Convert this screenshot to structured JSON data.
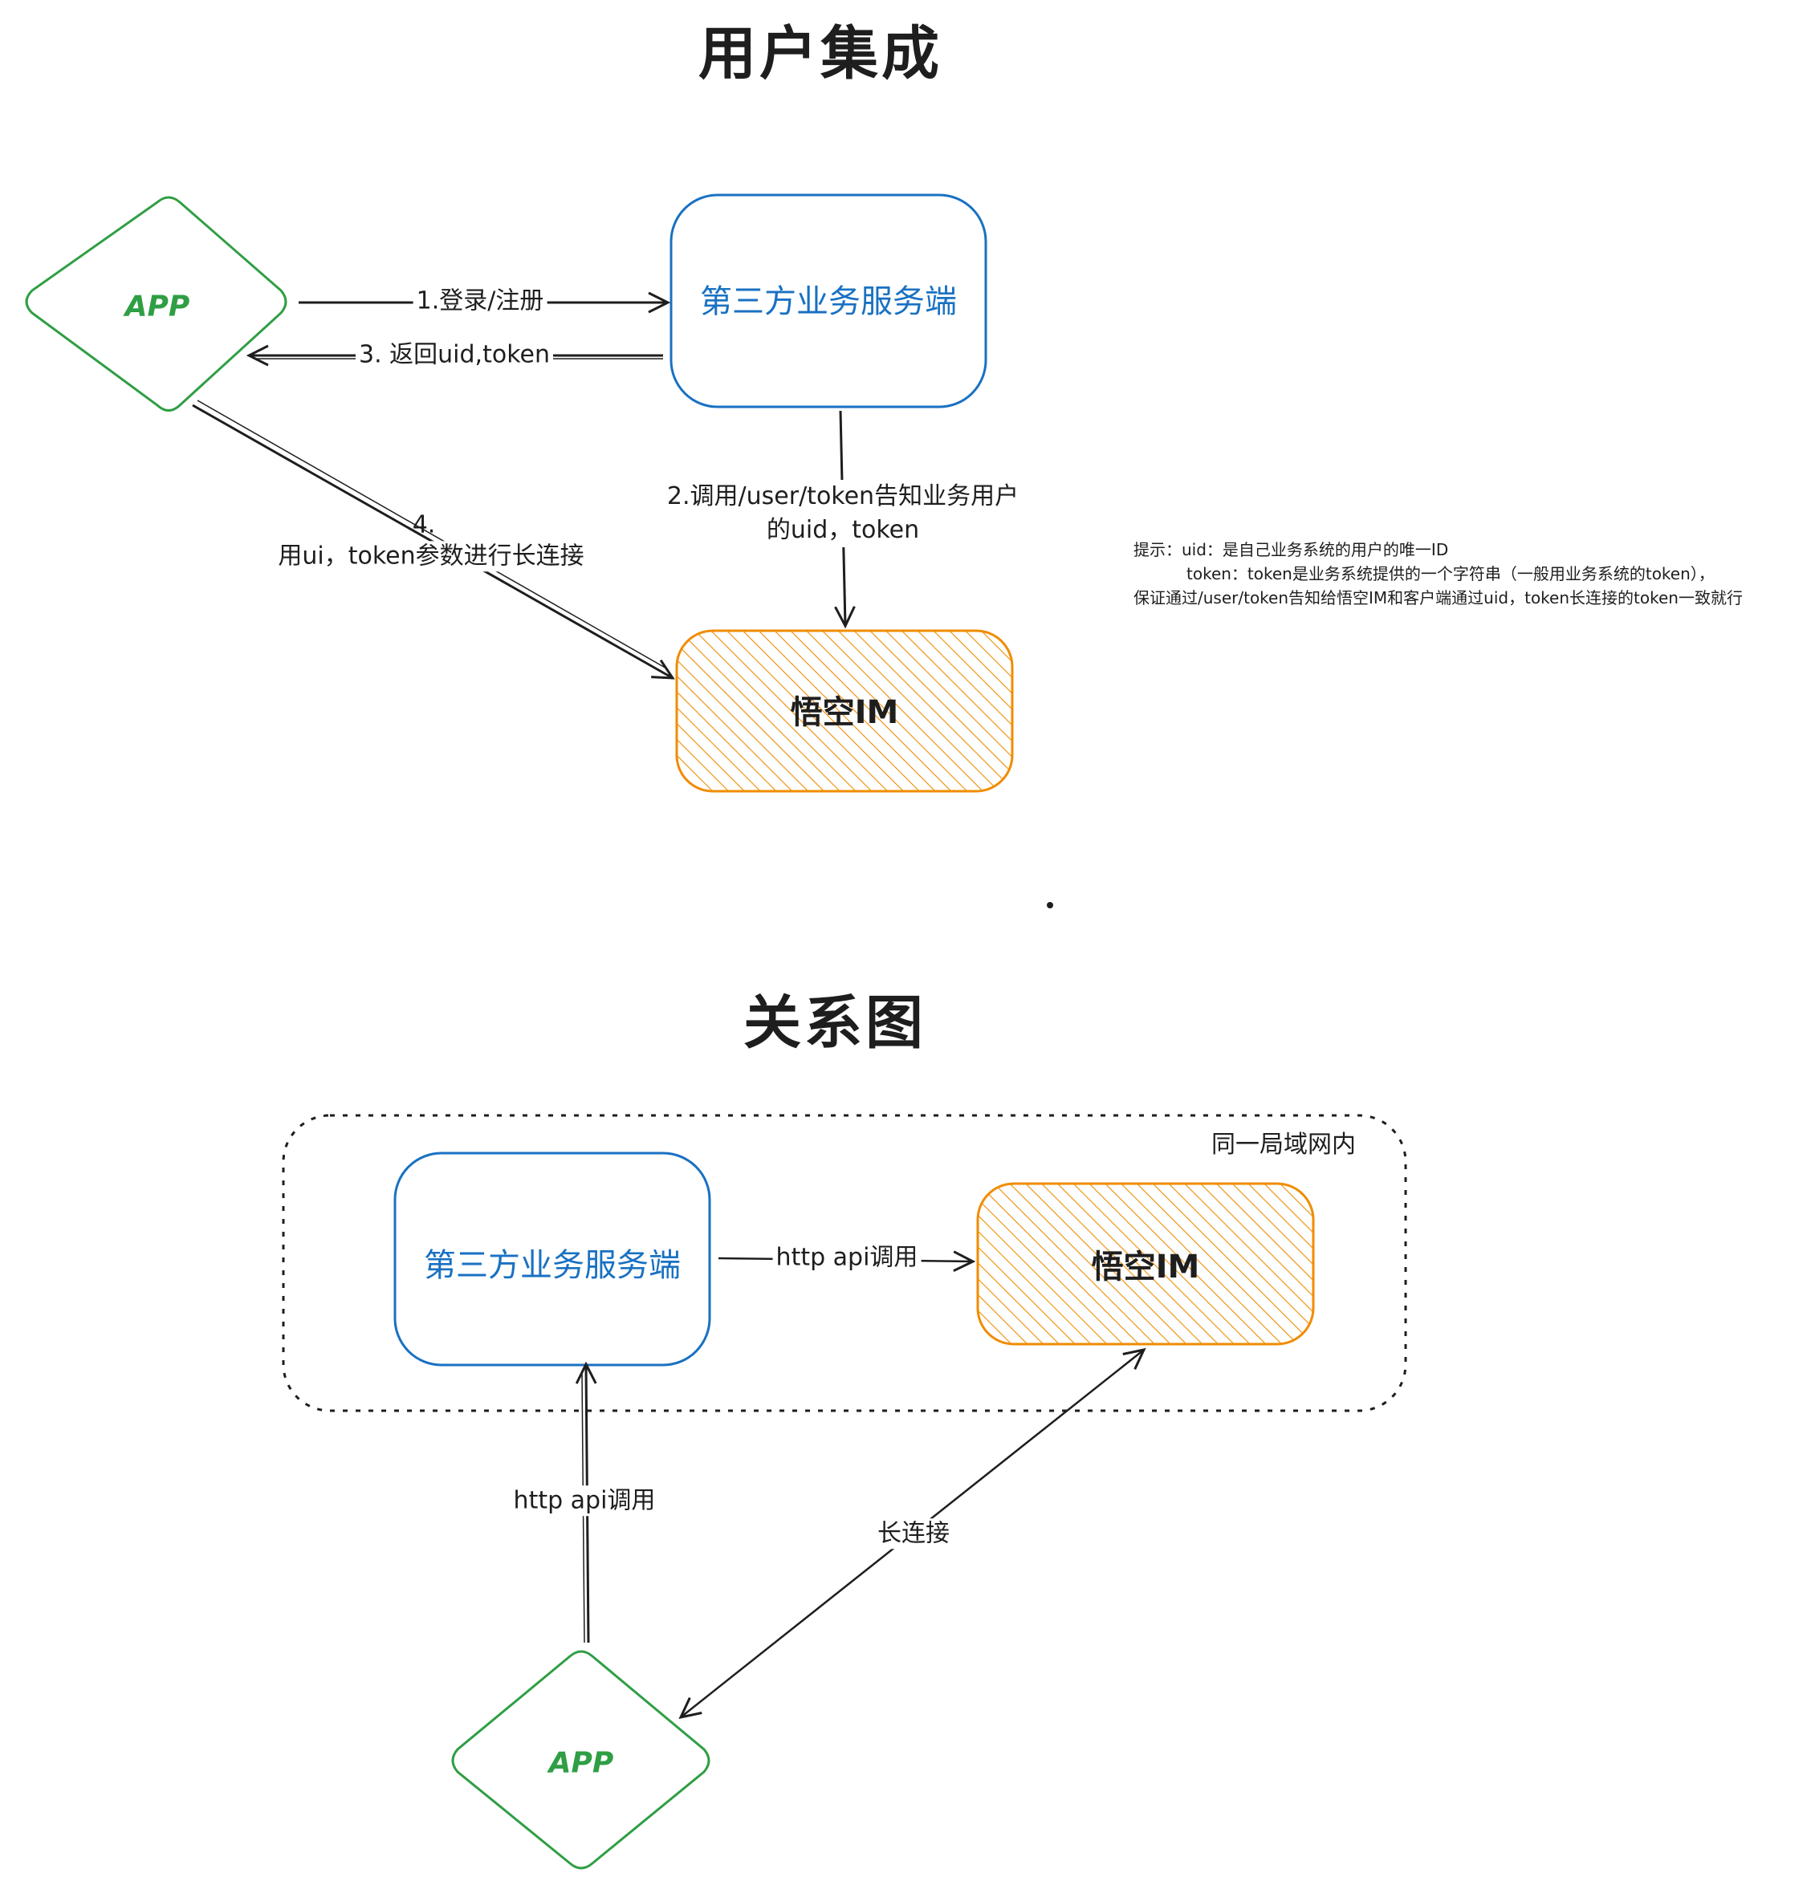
{
  "integration": {
    "title": "用户集成",
    "nodes": {
      "app": "APP",
      "business_server": "第三方业务服务端",
      "wukong_im": "悟空IM"
    },
    "edges": {
      "login": "1.登录/注册",
      "call_user_token": "2.调用/user/token告知业务用户的uid，token",
      "return_uid_token": "3. 返回uid,token",
      "long_connect_step": "4.",
      "long_connect": "用ui，token参数进行长连接"
    },
    "hint_lines": [
      "提示：uid：是自己业务系统的用户的唯一ID",
      "token：token是业务系统提供的一个字符串（一般用业务系统的token），",
      "保证通过/user/token告知给悟空IM和客户端通过uid，token长连接的token一致就行"
    ]
  },
  "relationship": {
    "title": "关系图",
    "lan_label": "同一局域网内",
    "nodes": {
      "business_server": "第三方业务服务端",
      "wukong_im": "悟空IM",
      "app": "APP"
    },
    "edges": {
      "server_to_im": "http api调用",
      "app_to_server": "http api调用",
      "app_to_im": "长连接"
    }
  },
  "colors": {
    "blue": "#1971c2",
    "green": "#2f9e44",
    "orange": "#f08c00",
    "orange_fill": "#ffec99",
    "stroke": "#1e1e1e"
  }
}
